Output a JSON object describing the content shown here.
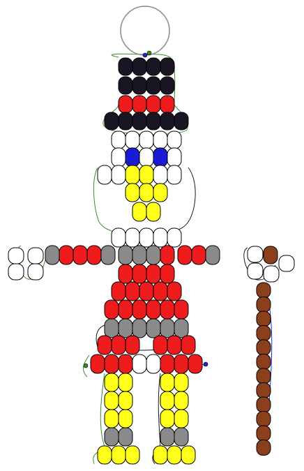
{
  "colors": {
    "black": "#1a1523",
    "red": "#ee1c1c",
    "white": "#ffffff",
    "blue": "#1b1bd6",
    "yellow": "#ffff1a",
    "gray": "#8a8a8a",
    "brown": "#8b3f1b",
    "outline": "#000000",
    "ring": "#8a8a8a",
    "thread_green": "#3a8a2a",
    "thread_blue": "#2222cc",
    "thread_dark": "#1a1a1a"
  },
  "pattern": {
    "rows": [
      [
        "black",
        "black",
        "black",
        "black"
      ],
      [
        "black",
        "black",
        "black",
        "black"
      ],
      [
        "red",
        "red",
        "red",
        "red"
      ],
      [
        "black",
        "black",
        "black",
        "black",
        "black",
        "black"
      ],
      [
        "white",
        "white",
        "white",
        "white",
        "white"
      ],
      [
        "white",
        "blue",
        "white",
        "blue",
        "white"
      ],
      [
        "white",
        "white",
        "yellow",
        "yellow",
        "white",
        "white"
      ],
      [
        "yellow",
        "yellow",
        "yellow"
      ],
      [
        "yellow",
        "yellow"
      ],
      [
        "white",
        "white",
        "white",
        "white",
        "white"
      ],
      [
        "white",
        "white",
        "gray",
        "red",
        "red",
        "red",
        "gray",
        "gray",
        "gray",
        "gray",
        "red",
        "red",
        "red",
        "gray",
        "white",
        "white"
      ],
      [
        "red",
        "red",
        "red",
        "red"
      ],
      [
        "red",
        "red",
        "red",
        "red",
        "red"
      ],
      [
        "red",
        "red",
        "red",
        "red",
        "red",
        "red"
      ],
      [
        "gray",
        "gray",
        "gray",
        "gray",
        "gray",
        "gray"
      ],
      [
        "red",
        "red",
        "red",
        "red",
        "red",
        "red"
      ],
      [
        "red",
        "red",
        "red",
        "white",
        "white",
        "red",
        "red",
        "red"
      ],
      [
        "yellow",
        "yellow",
        "yellow",
        "yellow"
      ],
      [
        "yellow",
        "yellow",
        "yellow",
        "yellow"
      ],
      [
        "yellow",
        "yellow",
        "yellow",
        "yellow"
      ],
      [
        "gray",
        "gray",
        "gray",
        "gray"
      ],
      [
        "yellow",
        "yellow",
        "yellow",
        "yellow",
        "yellow",
        "yellow"
      ]
    ],
    "cane": [
      "brown",
      "brown",
      "brown",
      "brown",
      "brown",
      "brown",
      "brown",
      "brown",
      "brown",
      "brown",
      "brown",
      "brown"
    ]
  }
}
